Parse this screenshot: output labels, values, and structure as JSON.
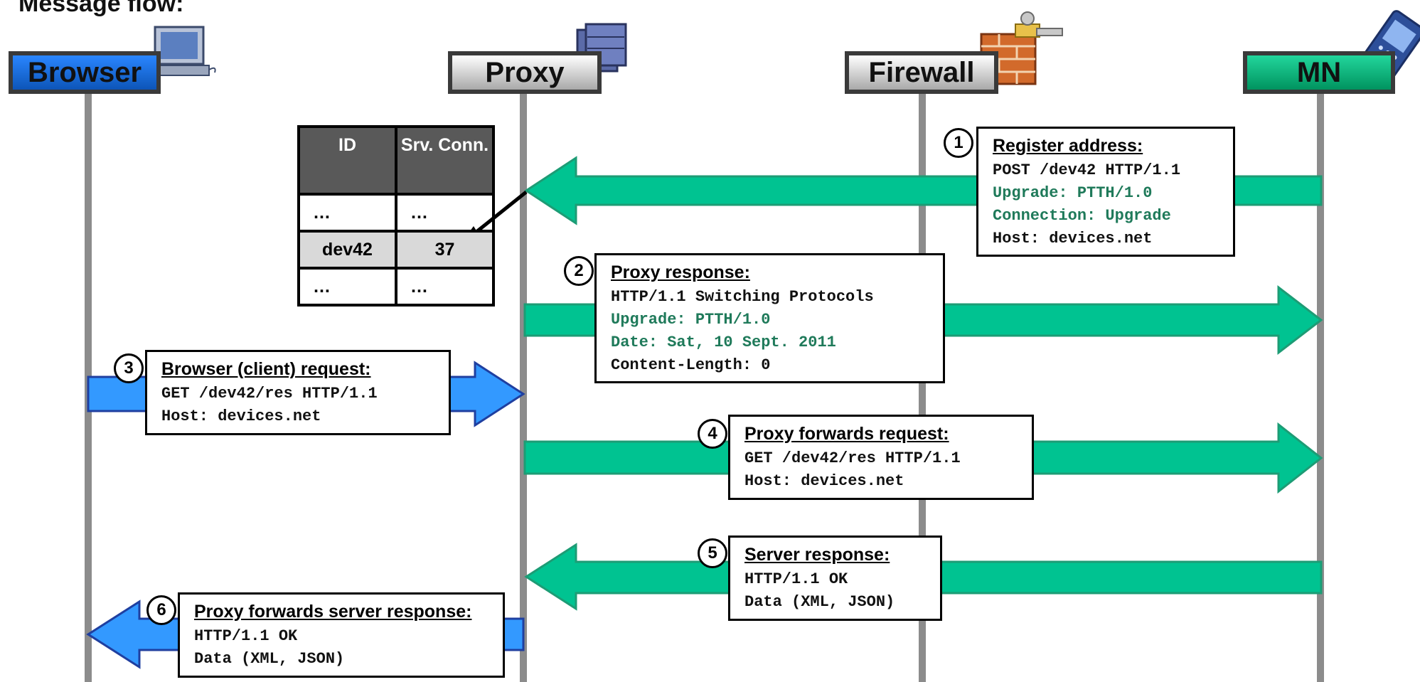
{
  "title": "Message flow:",
  "actors": {
    "browser": "Browser",
    "proxy": "Proxy",
    "firewall": "Firewall",
    "mn": "MN"
  },
  "colors": {
    "arrow_green": "#00c391",
    "arrow_blue": "#3399ff",
    "browser_header": "#1f6fd6",
    "mn_header": "#00b37a",
    "lifeline": "#8c8c8c",
    "code_green": "#1f7a5a"
  },
  "icons": [
    "computer-icon",
    "server-icon",
    "firewall-icon",
    "mobile-device-icon"
  ],
  "table": {
    "headers": [
      "ID",
      "Srv. Conn."
    ],
    "rows": [
      [
        "…",
        "…"
      ],
      [
        "dev42",
        "37"
      ],
      [
        "…",
        "…"
      ]
    ],
    "highlighted_row": 1
  },
  "messages": [
    {
      "num": "1",
      "heading": "Register address:",
      "lines": [
        "POST /dev42 HTTP/1.1",
        "Upgrade: PTTH/1.0",
        "Connection: Upgrade",
        "Host: devices.net"
      ]
    },
    {
      "num": "2",
      "heading": "Proxy response:",
      "lines": [
        "HTTP/1.1 Switching Protocols",
        "Upgrade: PTTH/1.0",
        "Date: Sat, 10 Sept. 2011",
        "Content-Length: 0"
      ]
    },
    {
      "num": "3",
      "heading": "Browser (client) request:",
      "lines": [
        "GET /dev42/res HTTP/1.1",
        "Host: devices.net"
      ]
    },
    {
      "num": "4",
      "heading": "Proxy forwards request:",
      "lines": [
        "GET /dev42/res HTTP/1.1",
        "Host: devices.net"
      ]
    },
    {
      "num": "5",
      "heading": "Server response:",
      "lines": [
        "HTTP/1.1 OK",
        "Data (XML, JSON)"
      ]
    },
    {
      "num": "6",
      "heading": "Proxy forwards server response:",
      "lines": [
        "HTTP/1.1 OK",
        "Data (XML, JSON)"
      ]
    }
  ]
}
